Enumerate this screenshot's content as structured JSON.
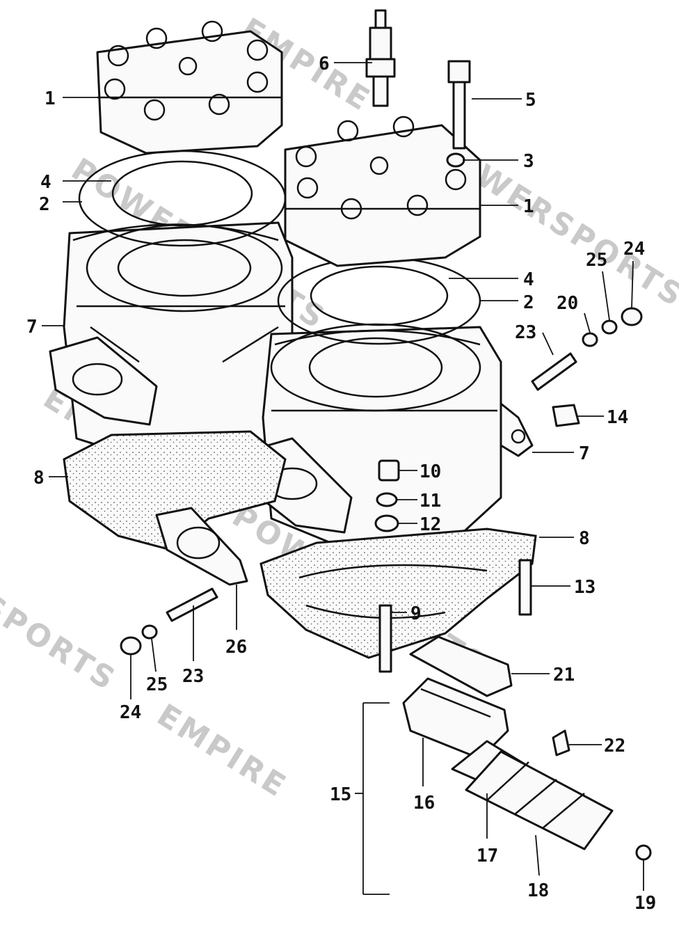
{
  "watermark": {
    "line_a": "EMPIRE",
    "line_b": "POWERSPORTS"
  },
  "callouts": {
    "c1a": "1",
    "c1b": "1",
    "c2a": "2",
    "c2b": "2",
    "c3": "3",
    "c4a": "4",
    "c4b": "4",
    "c5": "5",
    "c6": "6",
    "c7a": "7",
    "c7b": "7",
    "c8a": "8",
    "c8b": "8",
    "c9": "9",
    "c10": "10",
    "c11": "11",
    "c12": "12",
    "c13": "13",
    "c14": "14",
    "c15": "15",
    "c16": "16",
    "c17": "17",
    "c18": "18",
    "c19": "19",
    "c20": "20",
    "c21": "21",
    "c22": "22",
    "c23a": "23",
    "c23b": "23",
    "c24a": "24",
    "c24b": "24",
    "c25a": "25",
    "c25b": "25",
    "c26": "26"
  },
  "colors": {
    "ink": "#111111",
    "watermark": "#c9c9c9"
  }
}
